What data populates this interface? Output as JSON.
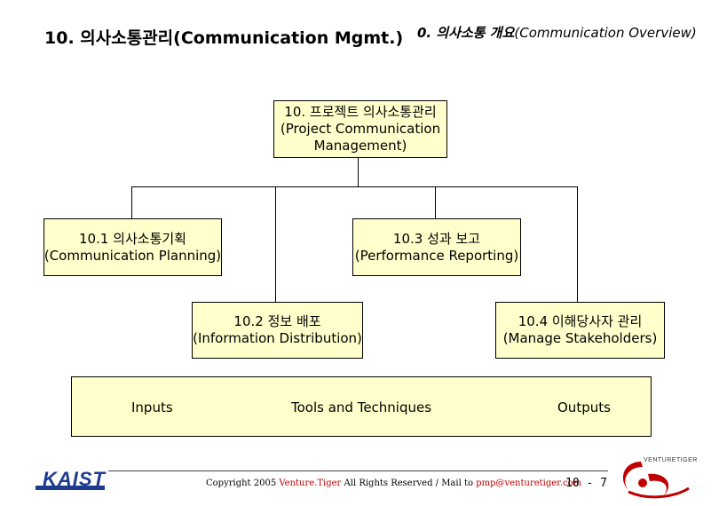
{
  "header": {
    "title": "10. 의사소통관리(Communication Mgmt.)",
    "subtitle_korean": "0. 의사소통 개요",
    "subtitle_english": "(Communication Overview)"
  },
  "diagram": {
    "root": {
      "line1": "10. 프로젝트 의사소통관리",
      "line2": "(Project Communication",
      "line3": "Management)"
    },
    "node_10_1": {
      "line1": "10.1 의사소통기획",
      "line2": "(Communication  Planning)"
    },
    "node_10_2": {
      "line1": "10.2 정보 배포",
      "line2": "(Information Distribution)"
    },
    "node_10_3": {
      "line1": "10.3 성과 보고",
      "line2": "(Performance Reporting)"
    },
    "node_10_4": {
      "line1": "10.4 이해당사자 관리",
      "line2": "(Manage Stakeholders)"
    },
    "itto": {
      "inputs": "Inputs",
      "tools": "Tools and Techniques",
      "outputs": "Outputs"
    }
  },
  "footer": {
    "copyright_prefix": "Copyright 2005 ",
    "brand": "Venture.Tiger",
    "copyright_middle": " All Rights Reserved / Mail to ",
    "email": "pmp@venturetiger.com",
    "page_number": "10 - 7",
    "kaist_logo": "KAIST",
    "venturetiger_logo": "VENTURETIGER"
  },
  "colors": {
    "box_fill": "#ffffcc",
    "accent_red": "#c00000",
    "kaist_blue": "#1d3c8f"
  }
}
